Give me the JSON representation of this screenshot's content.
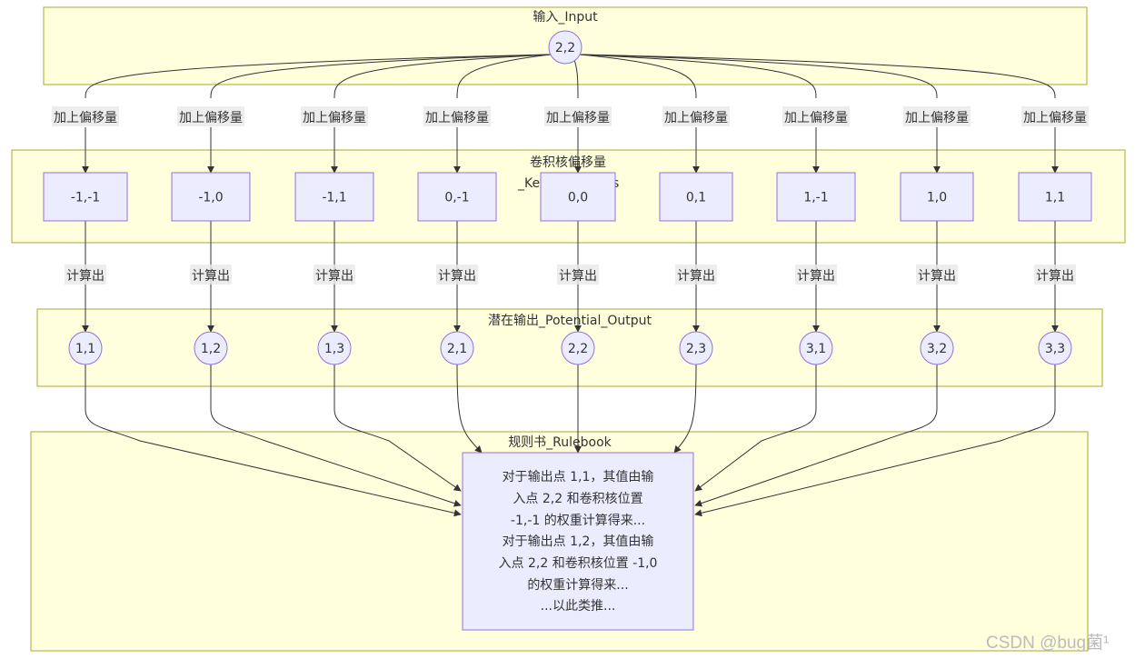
{
  "clusters": {
    "input": {
      "title": "输入_Input"
    },
    "kernel": {
      "title_line1": "卷积核偏移量",
      "title_line2": "_Ke",
      "title_line2_tail": "s"
    },
    "output": {
      "title": "潜在输出_Potential_Output"
    },
    "rulebook": {
      "title": "规则书_Rulebook"
    }
  },
  "input_node": {
    "label": "2,2"
  },
  "offset_edge_label": "加上偏移量",
  "compute_edge_label": "计算出",
  "kernel_offsets": [
    "-1,-1",
    "-1,0",
    "-1,1",
    "0,-1",
    "0,0",
    "0,1",
    "1,-1",
    "1,0",
    "1,1"
  ],
  "outputs": [
    "1,1",
    "1,2",
    "1,3",
    "2,1",
    "2,2",
    "2,3",
    "3,1",
    "3,2",
    "3,3"
  ],
  "rulebook_lines": [
    "对于输出点 1,1，其值由输",
    "入点 2,2 和卷积核位置",
    "-1,-1 的权重计算得来...",
    "对于输出点 1,2，其值由输",
    "入点 2,2 和卷积核位置 -1,0",
    "的权重计算得来...",
    "...以此类推..."
  ],
  "watermark": "CSDN @bug菌¹",
  "colors": {
    "cluster_fill": "#ffffde",
    "cluster_stroke": "#aaaa33",
    "node_fill": "#ececff",
    "node_stroke": "#9370db",
    "edge": "#333333"
  }
}
